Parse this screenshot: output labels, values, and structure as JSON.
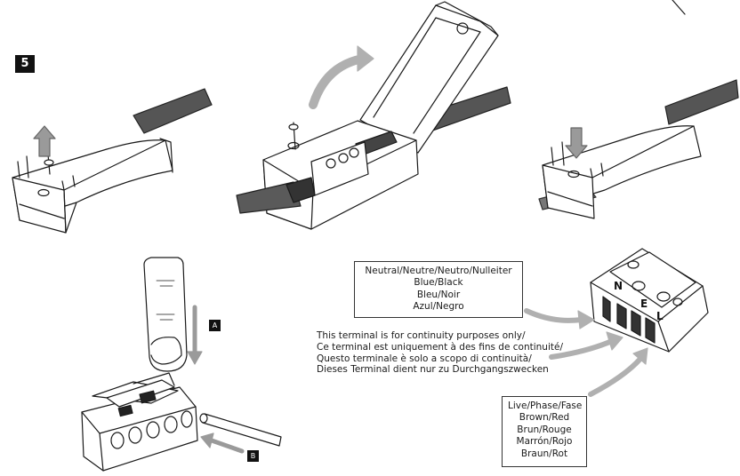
{
  "step": {
    "number": "5"
  },
  "markers": {
    "a": "A",
    "b": "B"
  },
  "neutral_box": {
    "lines": [
      "Neutral/Neutre/Neutro/Nulleiter",
      "Blue/Black",
      "Bleu/Noir",
      "Azul/Negro"
    ]
  },
  "continuity_note": {
    "lines": [
      "This terminal is for continuity purposes only/",
      "Ce terminal est uniquement à des fins de continuité/",
      "Questo terminale è solo a scopo di continuità/",
      "Dieses Terminal dient nur zu Durchgangszwecken"
    ]
  },
  "live_box": {
    "lines": [
      "Live/Phase/Fase",
      "Brown/Red",
      "Brun/Rouge",
      "Marrón/Rojo",
      "Braun/Rot"
    ]
  },
  "terminal_letters": {
    "n": "N",
    "e": "E",
    "l": "L"
  },
  "colors": {
    "arrow": "#b0b0b0",
    "line": "#1a1a1a",
    "cable": "#5a5a5a",
    "label_bg": "#111111"
  }
}
